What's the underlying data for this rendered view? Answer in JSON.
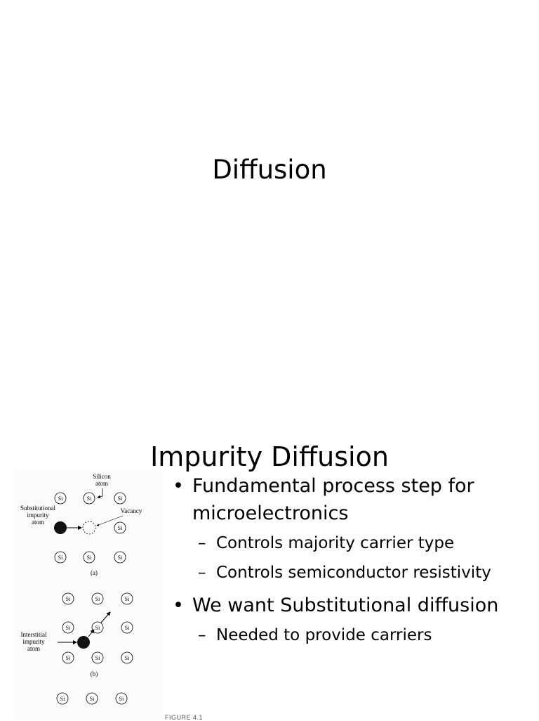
{
  "slide1": {
    "title": "Diffusion"
  },
  "slide2": {
    "title": "Impurity Diffusion",
    "bullets": [
      {
        "text": "Fundamental process step for microelectronics",
        "subs": [
          "Controls majority carrier type",
          "Controls semiconductor resistivity"
        ]
      },
      {
        "text": "We want Substitutional diffusion",
        "subs": [
          "Needed to provide carriers"
        ]
      }
    ],
    "figure": {
      "panel_a": {
        "silicon_label_1": "Silicon",
        "silicon_label_2": "atom",
        "subst_label_1": "Substitutional",
        "subst_label_2": "impurity",
        "subst_label_3": "atom",
        "vacancy_label": "Vacancy",
        "caption": "(a)"
      },
      "panel_b": {
        "inter_label_1": "Interstitial",
        "inter_label_2": "impurity",
        "inter_label_3": "atom",
        "caption": "(b)"
      },
      "atom_symbol": "Si",
      "caption": "FIGURE 4.1"
    }
  }
}
